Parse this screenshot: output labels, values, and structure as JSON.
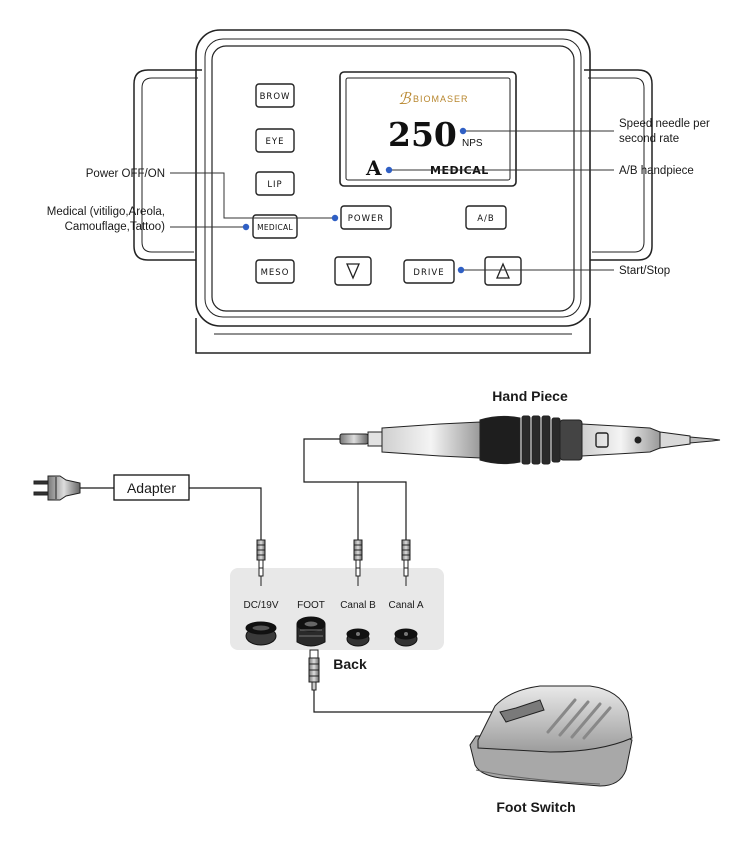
{
  "device": {
    "brand": "BIOMASER",
    "display_value": "250",
    "display_unit": "NPS",
    "display_channel": "A",
    "display_mode": "MEDICAL",
    "buttons": {
      "brow": "Brow",
      "eye": "Eye",
      "lip": "Lip",
      "medical": "Medical",
      "meso": "Meso",
      "power": "Power",
      "ab": "A/B",
      "drive": "Drive"
    }
  },
  "callouts": {
    "power": "Power OFF/ON",
    "medical_line1": "Medical (vitiligo,Areola,",
    "medical_line2": "Camouflage,Tattoo)",
    "speed_line1": "Speed needle per",
    "speed_line2": "second rate",
    "ab_handpiece": "A/B handpiece",
    "start_stop": "Start/Stop"
  },
  "wiring": {
    "adapter": "Adapter",
    "hand_piece": "Hand Piece",
    "back": "Back",
    "foot_switch": "Foot Switch",
    "ports": {
      "dc": "DC/19V",
      "foot": "FOOT",
      "canal_b": "Canal B",
      "canal_a": "Canal A"
    }
  },
  "colors": {
    "callout_dot": "#2f5fc4",
    "callout_line": "#333333",
    "panel_bg": "#e8e8e8"
  }
}
